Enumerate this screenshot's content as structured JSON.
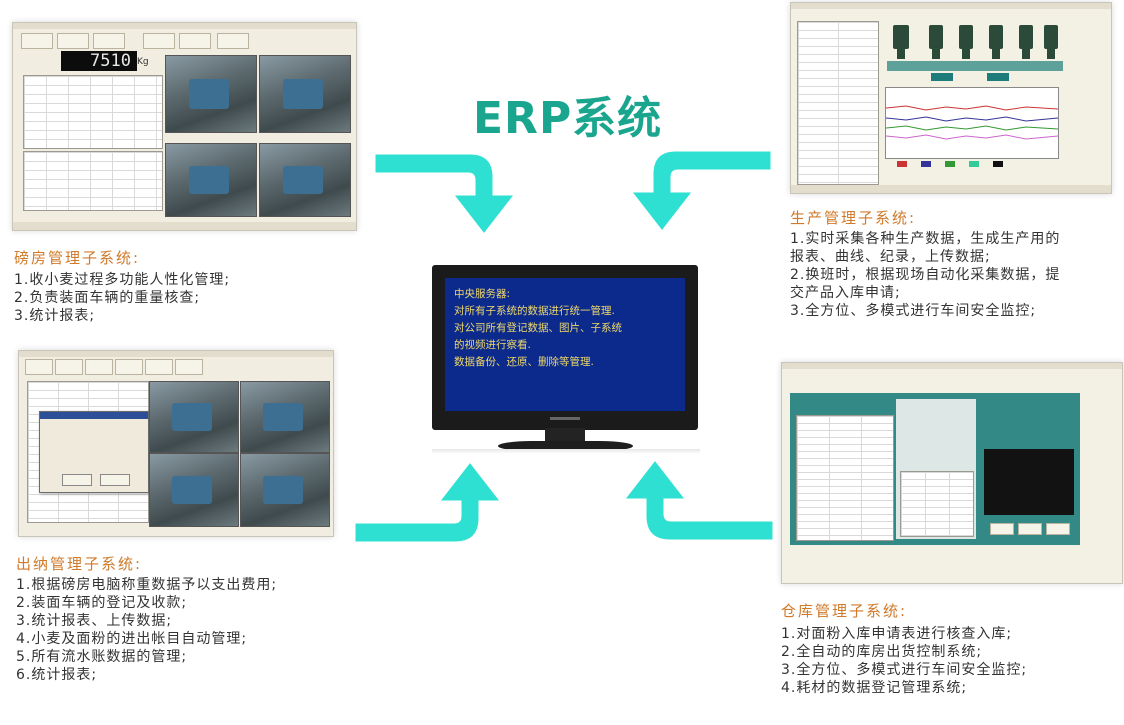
{
  "title": "ERP系统",
  "center": {
    "lines": [
      "中央服务器:",
      "对所有子系统的数据进行统一管理.",
      "对公司所有登记数据、图片、子系统",
      "的视频进行察看.",
      "数据备份、还原、删除等管理."
    ]
  },
  "screens": {
    "scale_reading": "7510",
    "scale_unit": "Kg"
  },
  "weighbridge": {
    "title": "磅房管理子系统:",
    "items": [
      "1.收小麦过程多功能人性化管理;",
      "2.负责装面车辆的重量核查;",
      "3.统计报表;"
    ]
  },
  "production": {
    "title": "生产管理子系统:",
    "items": [
      "1.实时采集各种生产数据，生成生产用的",
      "报表、曲线、纪录，上传数据;",
      "2.换班时，根据现场自动化采集数据，提",
      "交产品入库申请;",
      "3.全方位、多模式进行车间安全监控;"
    ]
  },
  "cashier": {
    "title": "出纳管理子系统:",
    "items": [
      "1.根据磅房电脑称重数据予以支出费用;",
      "2.装面车辆的登记及收款;",
      "3.统计报表、上传数据;",
      "4.小麦及面粉的进出帐目自动管理;",
      "5.所有流水账数据的管理;",
      "6.统计报表;"
    ]
  },
  "warehouse": {
    "title": "仓库管理子系统:",
    "items": [
      "1.对面粉入库申请表进行核查入库;",
      "2.全自动的库房出货控制系统;",
      "3.全方位、多模式进行车间安全监控;",
      "4.耗材的数据登记管理系统;"
    ]
  },
  "colors": {
    "accent": "#1aa58f",
    "arrow": "#2ee0d2",
    "panel_title": "#d07a2a",
    "screen_bg": "#0b2a8c",
    "screen_text": "#f0d96a"
  }
}
